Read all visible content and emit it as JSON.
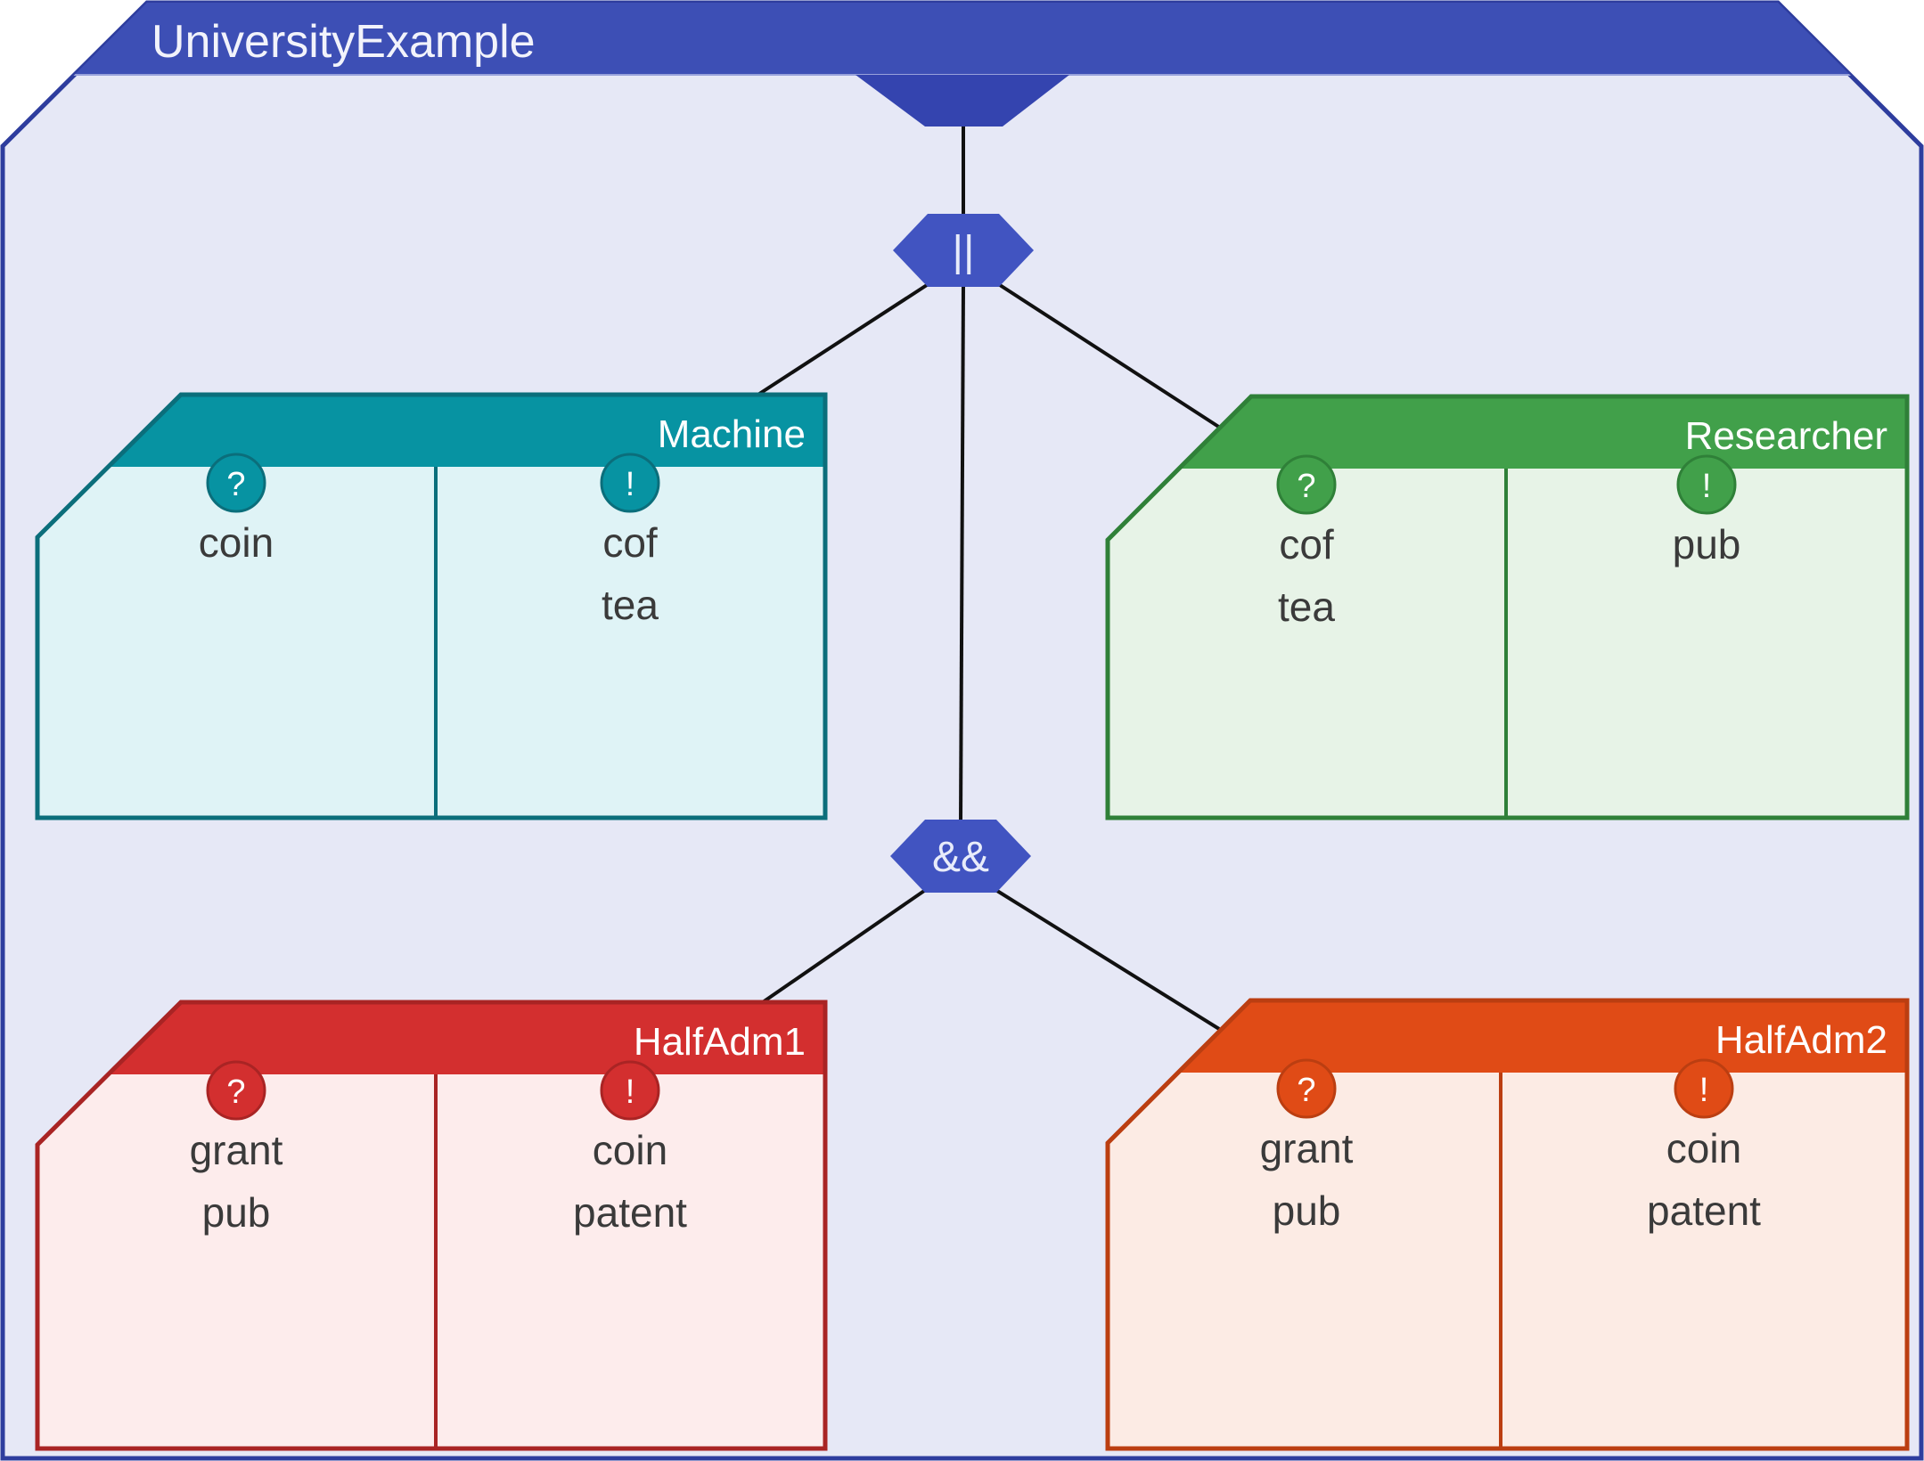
{
  "frame": {
    "title": "UniversityExample"
  },
  "operators": {
    "parallel": "||",
    "conjunction": "&&"
  },
  "components": [
    {
      "name": "Machine",
      "input_badge": "?",
      "output_badge": "!",
      "inputs": [
        "coin"
      ],
      "outputs": [
        "cof",
        "tea"
      ]
    },
    {
      "name": "Researcher",
      "input_badge": "?",
      "output_badge": "!",
      "inputs": [
        "cof",
        "tea"
      ],
      "outputs": [
        "pub"
      ]
    },
    {
      "name": "HalfAdm1",
      "input_badge": "?",
      "output_badge": "!",
      "inputs": [
        "grant",
        "pub"
      ],
      "outputs": [
        "coin",
        "patent"
      ]
    },
    {
      "name": "HalfAdm2",
      "input_badge": "?",
      "output_badge": "!",
      "inputs": [
        "grant",
        "pub"
      ],
      "outputs": [
        "coin",
        "patent"
      ]
    }
  ],
  "colors": {
    "canvas": "#ffffff",
    "frame_fill": "#e6e8f6",
    "frame_border": "#2e3d9e",
    "frame_header": "#3d4fb5",
    "header_underline": "#98a2db",
    "notch": "#3444af",
    "operator_fill": "#4154c1",
    "connector": "#111111",
    "cell_text": "#3a3a3a",
    "machine": {
      "header": "#0793a2",
      "border": "#0b6e7b",
      "body": "#dff3f6"
    },
    "researcher": {
      "header": "#41a04a",
      "border": "#2f8038",
      "body": "#e7f3e7"
    },
    "halfadm1": {
      "header": "#d32f2f",
      "border": "#a92424",
      "body": "#fdecec"
    },
    "halfadm2": {
      "header": "#e04b16",
      "border": "#bb3e11",
      "body": "#fcebe4"
    }
  }
}
